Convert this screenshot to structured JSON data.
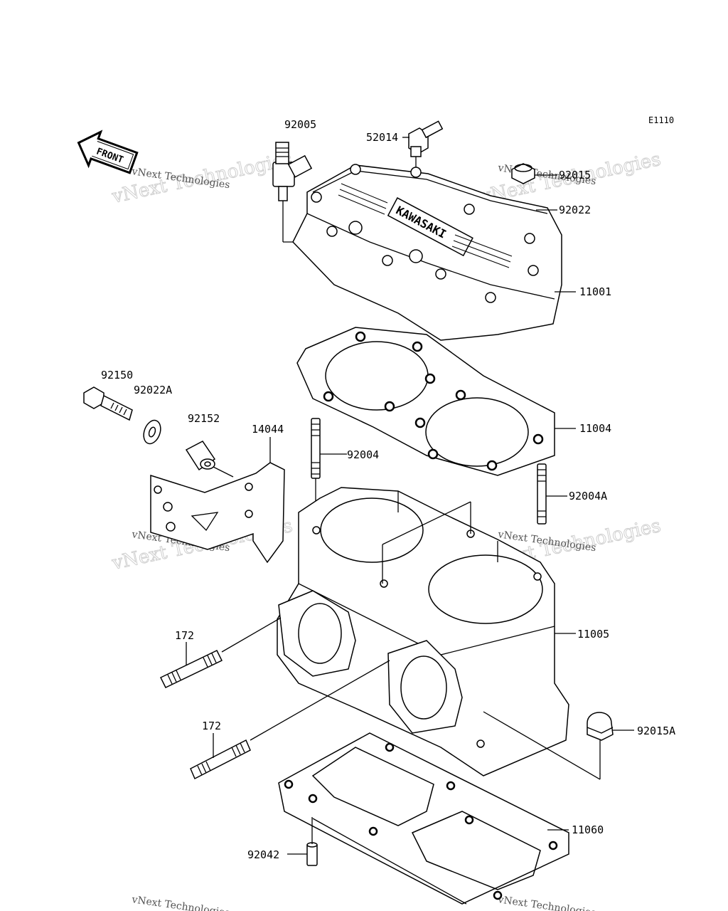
{
  "diagram_code": "E1110",
  "front_label": "FRONT",
  "brand_stamp": "KAWASAKI",
  "watermark": {
    "top_line": "vNext Technologies",
    "bottom_line": "vNext Technologies"
  },
  "parts": {
    "p92005": "92005",
    "p52014": "52014",
    "p92015": "92015",
    "p92022": "92022",
    "p11001": "11001",
    "p11004": "11004",
    "p92150": "92150",
    "p92022A": "92022A",
    "p92152": "92152",
    "p14044": "14044",
    "p92004": "92004",
    "p92004A": "92004A",
    "p11005": "11005",
    "p172a": "172",
    "p172b": "172",
    "p92015A": "92015A",
    "p11060": "11060",
    "p92042": "92042"
  }
}
